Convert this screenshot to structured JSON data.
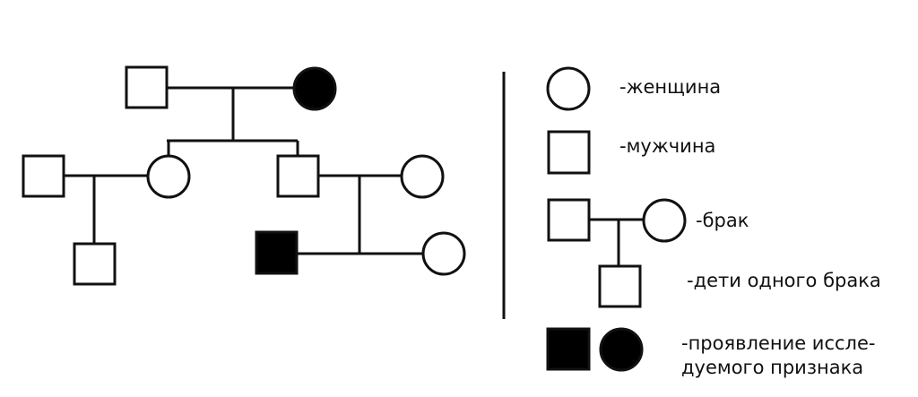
{
  "colors": {
    "line": "#111111",
    "affected_fill": "#000000",
    "unaffected_fill": "#ffffff",
    "background": "#ffffff"
  },
  "pedigree": {
    "individuals": [
      {
        "id": "gen1-male",
        "sex": "male",
        "affected": false
      },
      {
        "id": "gen1-female",
        "sex": "female",
        "affected": true
      },
      {
        "id": "gen2-daughter",
        "sex": "female",
        "affected": false
      },
      {
        "id": "gen2-son",
        "sex": "male",
        "affected": false
      },
      {
        "id": "daughter-husband",
        "sex": "male",
        "affected": false
      },
      {
        "id": "son-wife",
        "sex": "female",
        "affected": false
      },
      {
        "id": "gen3-boy",
        "sex": "male",
        "affected": false
      },
      {
        "id": "gen3-affected-male",
        "sex": "male",
        "affected": true
      },
      {
        "id": "affected-male-wife",
        "sex": "female",
        "affected": false
      }
    ]
  },
  "legend": {
    "female": "-женщина",
    "male": "-мужчина",
    "marriage": "-брак",
    "children": "-дети одного брака",
    "trait_line1": "-проявление иссле-",
    "trait_line2": "дуемого признака"
  }
}
